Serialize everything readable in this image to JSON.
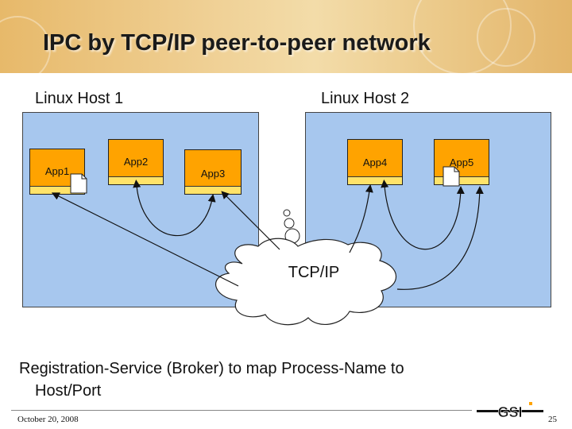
{
  "slide": {
    "title": "IPC by TCP/IP peer-to-peer network",
    "date": "October 20, 2008",
    "page_number": "25"
  },
  "hosts": [
    {
      "label": "Linux Host 1"
    },
    {
      "label": "Linux Host 2"
    }
  ],
  "apps": [
    {
      "label": "App1"
    },
    {
      "label": "App2"
    },
    {
      "label": "App3"
    },
    {
      "label": "App4"
    },
    {
      "label": "App5"
    }
  ],
  "network": {
    "label": "TCP/IP"
  },
  "caption": {
    "line1": "Registration-Service (Broker) to map Process-Name to",
    "line2": "Host/Port"
  },
  "logo": {
    "text": "GSI"
  },
  "colors": {
    "host_fill": "#a7c7ee",
    "app_fill": "#ffa300",
    "app_stripe": "#ffe36a",
    "cloud_fill": "#ffffff"
  }
}
